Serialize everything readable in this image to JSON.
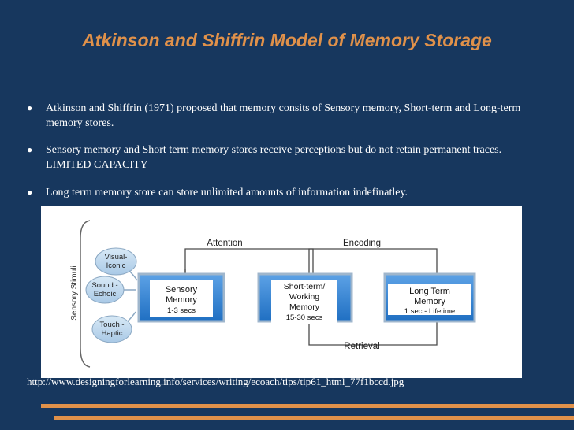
{
  "slide": {
    "title": "Atkinson and Shiffrin Model of Memory Storage",
    "bullets": [
      "Atkinson and Shiffrin (1971) proposed that memory consits of Sensory memory, Short-term and Long-term memory stores.",
      "Sensory memory and Short term memory stores receive perceptions but do not retain permanent traces. LIMITED CAPACITY",
      "Long term memory store can store unlimited amounts of information indefinatley."
    ],
    "source_url": "http://www.designingforlearning.info/services/writing/ecoach/tips/tip61_html_77f1bccd.jpg"
  },
  "diagram": {
    "side_label": "Sensory Stimuli",
    "bubbles": [
      {
        "line1": "Visual-",
        "line2": "Iconic"
      },
      {
        "line1": "Sound -",
        "line2": "Echoic"
      },
      {
        "line1": "Touch -",
        "line2": "Haptic"
      }
    ],
    "boxes": {
      "sensory": {
        "line1": "Sensory",
        "line2": "Memory",
        "line3": "1-3 secs"
      },
      "short": {
        "line1": "Short-term/",
        "line2": "Working",
        "line3": "Memory",
        "line4": "15-30 secs"
      },
      "long": {
        "line1": "Long Term",
        "line2": "Memory",
        "line3": "1 sec - Lifetime"
      }
    },
    "flow_labels": {
      "attention": "Attention",
      "encoding": "Encoding",
      "retrieval": "Retrieval"
    },
    "colors": {
      "box_fill": "#2c7fd2",
      "box_border": "#9fb6cc",
      "bubble_fill": "#b9d4ea",
      "line": "#4a4a4a"
    }
  }
}
